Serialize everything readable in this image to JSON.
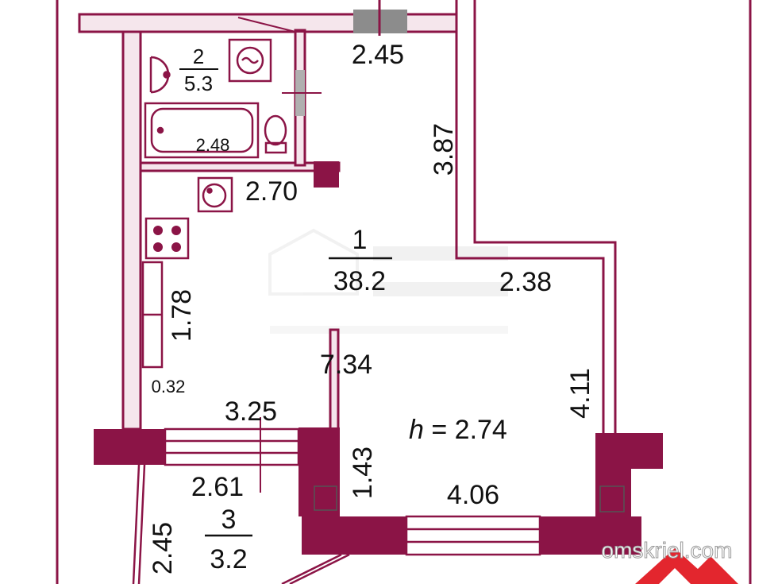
{
  "plan": {
    "colors": {
      "wall": "#8b1446",
      "wall_fill": "#f5e6ec",
      "ink": "#111111",
      "window": "#8b1446",
      "gray": "#808080",
      "watermark": "#d9d9d9",
      "logo": "#e3262e"
    },
    "rooms": [
      {
        "id": "1",
        "number": "1",
        "area": "38.2"
      },
      {
        "id": "2",
        "number": "2",
        "area": "5.3"
      },
      {
        "id": "3",
        "number": "3",
        "area": "3.2"
      }
    ],
    "dimensions": [
      "2.45",
      "3.87",
      "2.48",
      "2.70",
      "2.38",
      "1.78",
      "0.32",
      "7.34",
      "4.11",
      "3.25",
      "1.43",
      "2.61",
      "4.06",
      "2.45"
    ],
    "ceiling_height": {
      "symbol": "h",
      "text": " = 2.74"
    },
    "fixtures": [
      "washing-machine-icon",
      "washbasin-icon",
      "bathtub-icon",
      "toilet-icon",
      "kitchen-sink-icon",
      "stove-icon"
    ],
    "watermark": "omskriel.com"
  }
}
